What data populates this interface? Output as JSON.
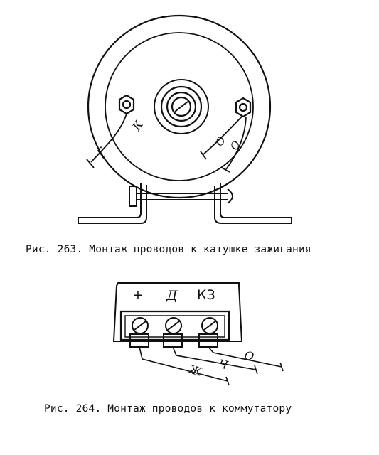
{
  "figure1": {
    "caption": "Рис. 263. Монтаж проводов к катушке зажигания",
    "terminal_left": "К",
    "wire_left": "Г",
    "wire_right_1": "О",
    "wire_right_2": "О"
  },
  "figure2": {
    "caption": "Рис. 264. Монтаж проводов к коммутатору",
    "terminals": [
      "+",
      "Д",
      "КЗ"
    ],
    "wires": [
      "Ж",
      "Ч",
      "О"
    ]
  }
}
